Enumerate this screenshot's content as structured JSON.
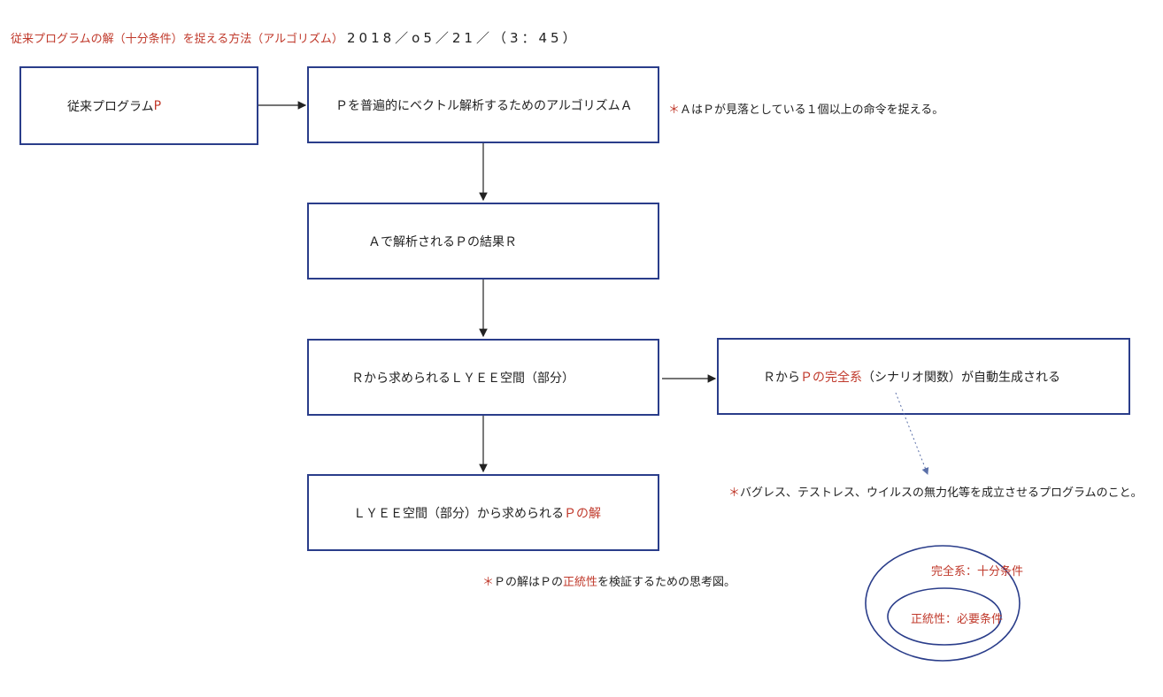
{
  "title": {
    "prefix": "従来プログラムの解（十分条件）を捉える方法（アルゴリズム）",
    "date": "2018／o5／21／（3：45）"
  },
  "boxes": {
    "program_p": {
      "text": "従来プログラム",
      "highlight": "P"
    },
    "algorithm_a": {
      "text": "Ｐを普遍的にベクトル解析するためのアルゴリズムＡ"
    },
    "result_r": {
      "text": "Ａで解析されるＰの結果Ｒ"
    },
    "lyee_space": {
      "text": "Ｒから求められるＬＹＥＥ空間（部分）"
    },
    "complete_system": {
      "pre": "Ｒから",
      "highlight": "Ｐの完全系",
      "post": "（シナリオ関数）が自動生成される"
    },
    "solution": {
      "pre": "ＬＹＥＥ空間（部分）から求められる",
      "highlight": "Ｐの解"
    }
  },
  "notes": {
    "algorithm_note": {
      "star": "＊",
      "text": "ＡはＰが見落としている１個以上の命令を捉える。"
    },
    "complete_note": {
      "star": "＊",
      "text": "バグレス、テストレス、ウイルスの無力化等を成立させるプログラムのこと。"
    },
    "solution_note": {
      "star": "＊",
      "pre": "Ｐの解はＰの",
      "highlight": "正統性",
      "post": "を検証するための思考図。"
    }
  },
  "venn": {
    "outer_label": "完全系：十分条件",
    "inner_label": "正統性：必要条件"
  },
  "colors": {
    "box_border": "#2a3d8a",
    "accent_red": "#c0392b",
    "arrow": "#222222",
    "dotted_arrow": "#5a6fa8"
  }
}
